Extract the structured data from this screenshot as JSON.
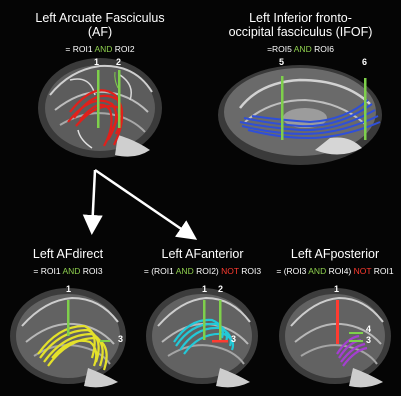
{
  "panels": {
    "af": {
      "title_line1": "Left Arcuate Fasciculus",
      "title_line2": "(AF)",
      "formula": {
        "prefix": "= ROI1 ",
        "and": "AND",
        "suffix": " ROI2"
      },
      "roi_labels": [
        "1",
        "2"
      ],
      "tract_color": "#e0201b"
    },
    "ifof": {
      "title_line1": "Left Inferior fronto-",
      "title_line2": "occipital fasciculus (IFOF)",
      "formula": {
        "prefix": "=ROI5 ",
        "and": "AND",
        "suffix": " ROI6"
      },
      "roi_labels": [
        "5",
        "6"
      ],
      "tract_color": "#2f4fd8"
    },
    "afdirect": {
      "title": "Left AFdirect",
      "formula": {
        "prefix": "= ROI1 ",
        "and": "AND",
        "suffix": " ROI3"
      },
      "roi_labels": [
        "1",
        "3"
      ],
      "tract_color": "#e4e12a"
    },
    "afanterior": {
      "title": "Left AFanterior",
      "formula": {
        "prefix": "= (ROI1 ",
        "and": "AND",
        "mid": " ROI2) ",
        "not": "NOT",
        "suffix": " ROI3"
      },
      "roi_labels": [
        "1",
        "2",
        "3"
      ],
      "tract_color": "#22c9d8"
    },
    "afposterior": {
      "title": "Left AFposterior",
      "formula": {
        "prefix": "= (ROI3 ",
        "and": "AND",
        "mid": " ROI4) ",
        "not": "NOT",
        "suffix": " ROI1"
      },
      "roi_labels": [
        "1",
        "4",
        "3"
      ],
      "tract_color": "#a43fd0"
    }
  },
  "colors": {
    "and_word": "#8fd14f",
    "not_word": "#ff3b30",
    "roi_plane": "#7ed04b",
    "arrow": "#ffffff"
  }
}
